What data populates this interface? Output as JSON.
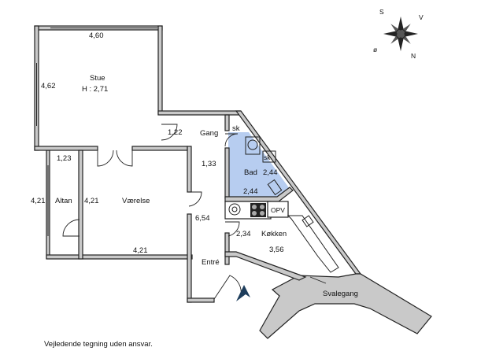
{
  "rooms": {
    "stue": {
      "name": "Stue",
      "height": "H : 2,71",
      "width": "4,60",
      "depth": "4,62"
    },
    "gang": {
      "name": "Gang",
      "sk": "sk",
      "width": "1,22"
    },
    "bad": {
      "name": "Bad",
      "sk": "sk",
      "dim_a": "2,44",
      "dim_b": "2,44"
    },
    "altan": {
      "name": "Altan",
      "width": "1,23",
      "depth": "4,21"
    },
    "vaerelse": {
      "name": "Værelse",
      "depth": "4,21",
      "width": "4,21"
    },
    "entre": {
      "name": "Entré",
      "dim_a": "1,33",
      "dim_b": "6,54"
    },
    "koekken": {
      "name": "Køkken",
      "dim_a": "2,34",
      "dim_b": "3,56",
      "opv": "OPV"
    },
    "svalegang": {
      "name": "Svalegang"
    }
  },
  "compass": {
    "s": "S",
    "v": "V",
    "o": "ø",
    "n": "N"
  },
  "colors": {
    "bad_fill": "#b7cdf0",
    "wall_fill": "#c9c9c9",
    "entrance_arrow": "#1d3d5c"
  },
  "footer": {
    "disclaimer": "Vejledende tegning uden ansvar."
  }
}
